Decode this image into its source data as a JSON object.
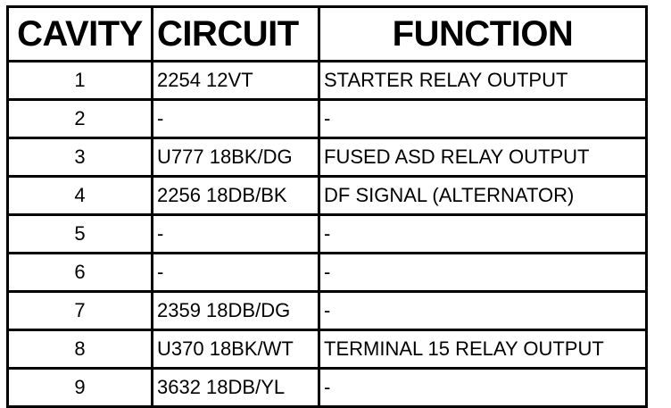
{
  "headers": {
    "cavity": "CAVITY",
    "circuit": "CIRCUIT",
    "function": "FUNCTION"
  },
  "rows": [
    {
      "cavity": "1",
      "circuit": "2254 12VT",
      "function": "STARTER RELAY OUTPUT"
    },
    {
      "cavity": "2",
      "circuit": "-",
      "function": "-"
    },
    {
      "cavity": "3",
      "circuit": "U777 18BK/DG",
      "function": "FUSED ASD RELAY OUTPUT"
    },
    {
      "cavity": "4",
      "circuit": "2256 18DB/BK",
      "function": "DF SIGNAL (ALTERNATOR)"
    },
    {
      "cavity": "5",
      "circuit": "-",
      "function": "-"
    },
    {
      "cavity": "6",
      "circuit": "-",
      "function": "-"
    },
    {
      "cavity": "7",
      "circuit": "2359 18DB/DG",
      "function": "-"
    },
    {
      "cavity": "8",
      "circuit": "U370 18BK/WT",
      "function": "TERMINAL 15 RELAY OUTPUT"
    },
    {
      "cavity": "9",
      "circuit": "3632 18DB/YL",
      "function": "-"
    }
  ]
}
